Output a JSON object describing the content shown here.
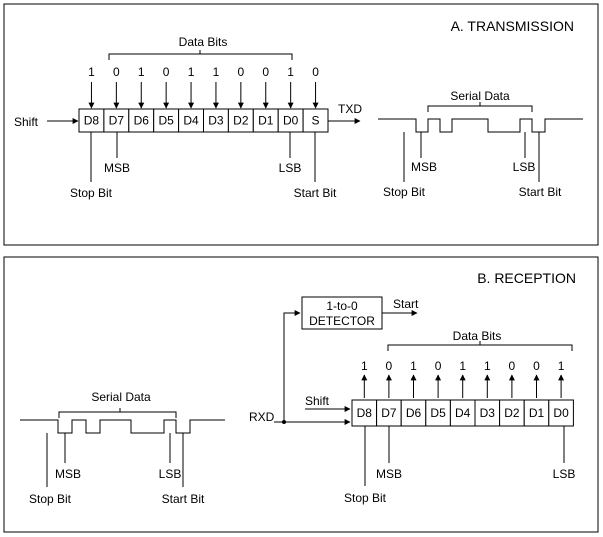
{
  "transmission": {
    "title": "A. TRANSMISSION",
    "data_bits_label": "Data Bits",
    "bits": [
      "1",
      "0",
      "1",
      "0",
      "1",
      "1",
      "0",
      "0",
      "1",
      "0"
    ],
    "cells": [
      "D8",
      "D7",
      "D6",
      "D5",
      "D4",
      "D3",
      "D2",
      "D1",
      "D0",
      "S"
    ],
    "shift_label": "Shift",
    "txd_label": "TXD",
    "msb_label": "MSB",
    "lsb_label": "LSB",
    "stop_bit_label": "Stop Bit",
    "start_bit_label": "Start Bit",
    "serial": {
      "label": "Serial Data",
      "msb_label": "MSB",
      "lsb_label": "LSB",
      "stop_bit_label": "Stop Bit",
      "start_bit_label": "Start Bit"
    }
  },
  "reception": {
    "title": "B. RECEPTION",
    "detector_line1": "1-to-0",
    "detector_line2": "DETECTOR",
    "start_label": "Start",
    "data_bits_label": "Data Bits",
    "bits": [
      "1",
      "0",
      "1",
      "0",
      "1",
      "1",
      "0",
      "0",
      "1"
    ],
    "cells": [
      "D8",
      "D7",
      "D6",
      "D5",
      "D4",
      "D3",
      "D2",
      "D1",
      "D0"
    ],
    "rxd_label": "RXD",
    "shift_label": "Shift",
    "msb_label": "MSB",
    "lsb_label": "LSB",
    "stop_bit_label": "Stop Bit",
    "serial": {
      "label": "Serial Data",
      "msb_label": "MSB",
      "lsb_label": "LSB",
      "stop_bit_label": "Stop Bit",
      "start_bit_label": "Start Bit"
    }
  }
}
